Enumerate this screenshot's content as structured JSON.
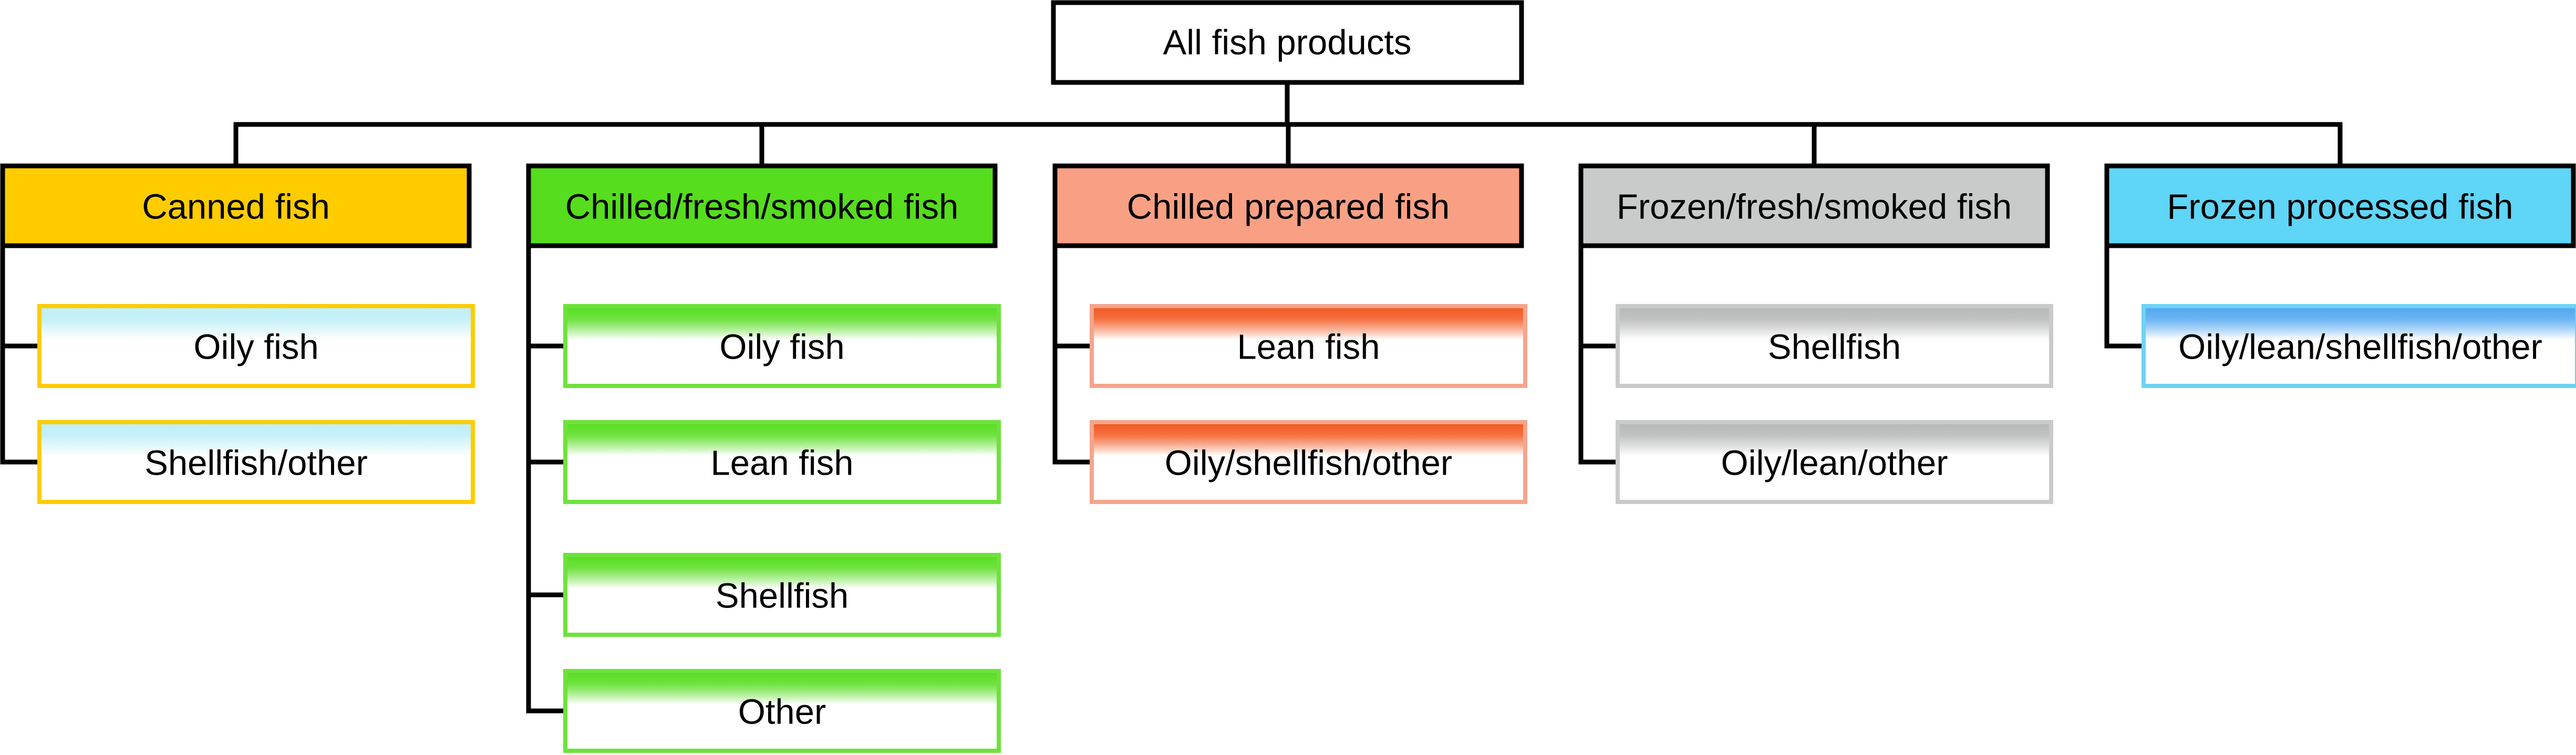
{
  "diagram": {
    "root": {
      "label": "All fish products"
    },
    "categories": [
      {
        "label": "Canned fish",
        "color": "#FFCC00",
        "accent": "#FFCC00",
        "top_tint": "#BFEFF7",
        "children": [
          "Oily fish",
          "Shellfish/other"
        ]
      },
      {
        "label": "Chilled/fresh/smoked fish",
        "color": "#55DD1E",
        "accent": "#6EE23C",
        "top_tint": "#55DD1E",
        "children": [
          "Oily fish",
          "Lean fish",
          "Shellfish",
          "Other"
        ]
      },
      {
        "label": "Chilled prepared fish",
        "color": "#F9A084",
        "accent": "#F4A58C",
        "top_tint": "#F2571E",
        "children": [
          "Lean fish",
          "Oily/shellfish/other"
        ]
      },
      {
        "label": "Frozen/fresh/smoked fish",
        "color": "#C9CBCA",
        "accent": "#C9CBCA",
        "top_tint": "#B5B7B6",
        "children": [
          "Shellfish",
          "Oily/lean/other"
        ]
      },
      {
        "label": "Frozen processed fish",
        "color": "#5FD5F7",
        "accent": "#6DD3F3",
        "top_tint": "#4FA6F0",
        "children": [
          "Oily/lean/shellfish/other"
        ]
      }
    ]
  }
}
